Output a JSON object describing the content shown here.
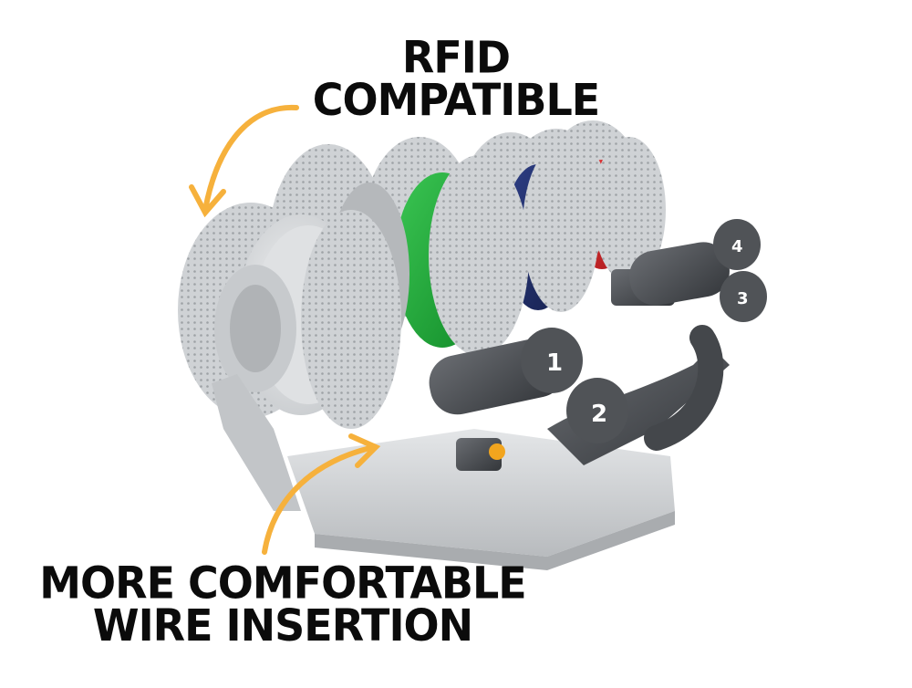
{
  "callouts": {
    "top": {
      "line1": "RFID",
      "line2": "COMPATIBLE"
    },
    "bottom": {
      "line1": "MORE COMFORTABLE",
      "line2": "WIRE INSERTION"
    }
  },
  "spool_labels": [
    "1",
    "2",
    "3",
    "4"
  ],
  "colors": {
    "background": "#ffffff",
    "text": "#0b0b0b",
    "arrow": "#f6b13c",
    "spool_white": "#d9dcdf",
    "spool_green": "#22a83a",
    "spool_blue": "#1f2f6b",
    "spool_red": "#d8262a",
    "frame_gray": "#a8abad",
    "hub_dark": "#4a4d52",
    "accent_yellow": "#f2a51e"
  }
}
